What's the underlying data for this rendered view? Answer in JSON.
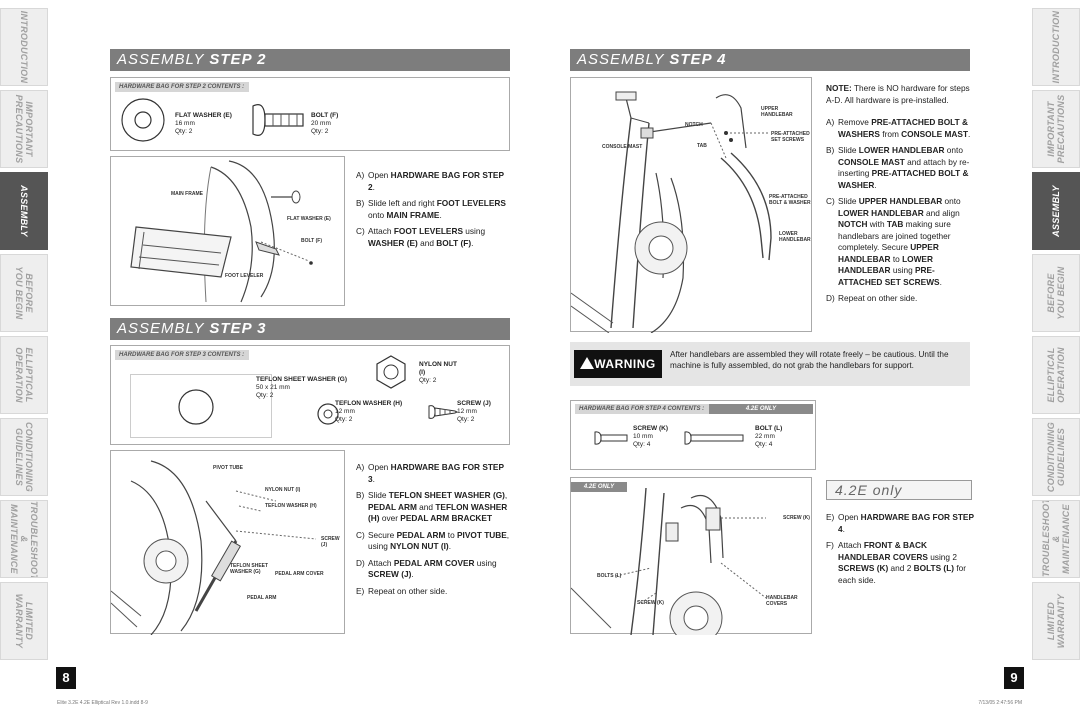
{
  "tabs": [
    {
      "label": "INTRODUCTION"
    },
    {
      "label": "IMPORTANT\nPRECAUTIONS"
    },
    {
      "label": "ASSEMBLY"
    },
    {
      "label": "BEFORE\nYOU BEGIN"
    },
    {
      "label": "ELLIPTICAL\nOPERATION"
    },
    {
      "label": "CONDITIONING\nGUIDELINES"
    },
    {
      "label": "TROUBLESHOOTING\n& MAINTENANCE"
    },
    {
      "label": "LIMITED\nWARRANTY"
    }
  ],
  "page_left": {
    "number": "8"
  },
  "page_right": {
    "number": "9"
  },
  "footer": {
    "left": "Elite 3.2E 4.2E Elliptical Rev 1.0.indd   8-9",
    "right": "7/13/05   2:47:56 PM"
  },
  "step2": {
    "header_prefix": "ASSEMBLY ",
    "header_bold": "STEP 2",
    "hw_title": "HARDWARE BAG FOR STEP 2 CONTENTS :",
    "parts": [
      {
        "name": "FLAT WASHER (E)",
        "size": "16 mm",
        "qty": "Qty: 2"
      },
      {
        "name": "BOLT (F)",
        "size": "20 mm",
        "qty": "Qty: 2"
      }
    ],
    "labels": {
      "main_frame": "MAIN FRAME",
      "flat_washer": "FLAT WASHER (E)",
      "bolt": "BOLT (F)",
      "foot_leveler": "FOOT LEVELER"
    },
    "instructions": [
      {
        "letter": "A)",
        "pre": "Open ",
        "bold": "HARDWARE BAG FOR STEP 2",
        "post": "."
      },
      {
        "letter": "B)",
        "pre": "Slide left and right ",
        "bold": "FOOT LEVELERS",
        "post": " onto ",
        "bold2": "MAIN FRAME",
        "post2": "."
      },
      {
        "letter": "C)",
        "pre": "Attach ",
        "bold": "FOOT LEVELERS",
        "post": " using ",
        "bold2": "WASHER (E)",
        "post2": " and ",
        "bold3": "BOLT (F)",
        "post3": "."
      }
    ]
  },
  "step3": {
    "header_prefix": "ASSEMBLY ",
    "header_bold": "STEP 3",
    "hw_title": "HARDWARE BAG FOR STEP 3 CONTENTS :",
    "parts": [
      {
        "name": "TEFLON SHEET WASHER (G)",
        "size": "50 x 21 mm",
        "qty": "Qty: 2"
      },
      {
        "name": "NYLON NUT (I)",
        "size": "",
        "qty": "Qty: 2"
      },
      {
        "name": "TEFLON WASHER (H)",
        "size": "12 mm",
        "qty": "Qty: 2"
      },
      {
        "name": "SCREW (J)",
        "size": "12 mm",
        "qty": "Qty: 2"
      }
    ],
    "labels": {
      "pivot_tube": "PIVOT TUBE",
      "nylon_nut": "NYLON NUT (I)",
      "teflon_washer": "TEFLON WASHER (H)",
      "screw": "SCREW (J)",
      "teflon_sheet": "TEFLON SHEET WASHER (G)",
      "pedal_arm_cover": "PEDAL ARM COVER",
      "pedal_arm": "PEDAL ARM"
    },
    "instructions": [
      {
        "letter": "A)",
        "pre": "Open ",
        "bold": "HARDWARE BAG FOR STEP 3",
        "post": "."
      },
      {
        "letter": "B)",
        "pre": "Slide ",
        "bold": "TEFLON SHEET WASHER (G)",
        "post": ", ",
        "bold2": "PEDAL ARM",
        "post2": " and ",
        "bold3": "TEFLON WASHER (H)",
        "post3": " over ",
        "bold4": "PEDAL ARM BRACKET",
        "post4": ""
      },
      {
        "letter": "C)",
        "pre": "Secure ",
        "bold": "PEDAL ARM",
        "post": " to ",
        "bold2": "PIVOT TUBE",
        "post2": ", using ",
        "bold3": "NYLON NUT (I)",
        "post3": "."
      },
      {
        "letter": "D)",
        "pre": "Attach ",
        "bold": "PEDAL ARM COVER",
        "post": " using ",
        "bold2": "SCREW (J)",
        "post2": "."
      },
      {
        "letter": "E)",
        "pre": "Repeat on other side.",
        "bold": "",
        "post": ""
      }
    ]
  },
  "step4": {
    "header_prefix": "ASSEMBLY ",
    "header_bold": "STEP 4",
    "note_bold": "NOTE:",
    "note_text": " There is NO hardware for steps A-D. All hardware is pre-installed.",
    "labels": {
      "upper_handlebar": "UPPER HANDLEBAR",
      "notch": "NOTCH",
      "pre_attached_set_screws": "PRE-ATTACHED SET SCREWS",
      "console_mast": "CONSOLE MAST",
      "tab": "TAB",
      "pre_attached_bolt": "PRE-ATTACHED BOLT & WASHER",
      "lower_handlebar": "LOWER HANDLEBAR"
    },
    "instructions": [
      {
        "letter": "A)",
        "pre": "Remove ",
        "bold": "PRE-ATTACHED BOLT & WASHERS",
        "post": " from ",
        "bold2": "CONSOLE MAST",
        "post2": "."
      },
      {
        "letter": "B)",
        "pre": "Slide ",
        "bold": "LOWER HANDLEBAR",
        "post": " onto ",
        "bold2": "CONSOLE MAST",
        "post2": " and attach by re-inserting ",
        "bold3": "PRE-ATTACHED BOLT & WASHER",
        "post3": "."
      },
      {
        "letter": "C)",
        "pre": "Slide ",
        "bold": "UPPER HANDLEBAR",
        "post": " onto ",
        "bold2": "LOWER HANDLEBAR",
        "post2": " and align ",
        "bold3": "NOTCH",
        "post3": " with ",
        "bold4": "TAB",
        "post4": " making sure handlebars are joined together completely. Secure ",
        "bold5": "UPPER HANDLEBAR",
        "post5": " to ",
        "bold6": "LOWER HANDLEBAR",
        "post6": " using ",
        "bold7": "PRE-ATTACHED SET SCREWS",
        "post7": "."
      },
      {
        "letter": "D)",
        "pre": "Repeat on other side.",
        "bold": "",
        "post": ""
      }
    ],
    "warning": {
      "sign": "WARNING",
      "text": "After handlebars are assembled they will rotate freely – be cautious. Until the machine is fully assembled, do not grab the handlebars for support."
    },
    "hw_title": "HARDWARE BAG FOR STEP 4 CONTENTS :",
    "hw_tag": "4.2E ONLY",
    "parts": [
      {
        "name": "SCREW (K)",
        "size": "10 mm",
        "qty": "Qty: 4"
      },
      {
        "name": "BOLT (L)",
        "size": "22 mm",
        "qty": "Qty: 4"
      }
    ],
    "model_tag": "4.2E ONLY",
    "model_heading": "4.2E only",
    "labels2": {
      "screw": "SCREW (K)",
      "bolts": "BOLTS (L)",
      "screw2": "SCREW (K)",
      "handlebar_covers": "HANDLEBAR COVERS"
    },
    "instructions2": [
      {
        "letter": "E)",
        "pre": "Open ",
        "bold": "HARDWARE BAG FOR STEP 4",
        "post": "."
      },
      {
        "letter": "F)",
        "pre": "Attach ",
        "bold": "FRONT & BACK HANDLEBAR COVERS",
        "post": " using 2 ",
        "bold2": "SCREWS (K)",
        "post2": " and 2 ",
        "bold3": "BOLTS (L)",
        "post3": " for each side."
      }
    ]
  }
}
